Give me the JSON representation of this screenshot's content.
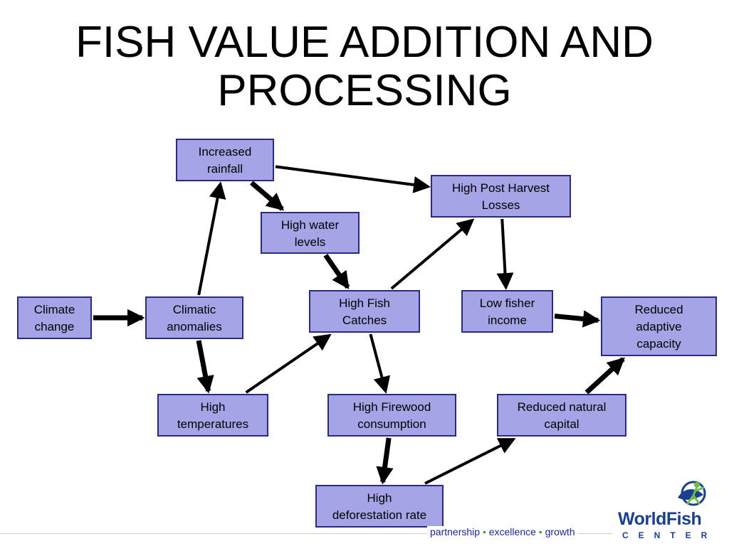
{
  "slide": {
    "title": "FISH VALUE ADDITION AND\nPROCESSING"
  },
  "diagram": {
    "nodes": {
      "increased_rainfall": "Increased\nrainfall",
      "high_post_harvest_losses": "High Post Harvest\nLosses",
      "high_water_levels": "High water\nlevels",
      "climate_change": "Climate\nchange",
      "climatic_anomalies": "Climatic\nanomalies",
      "high_fish_catches": "High Fish\nCatches",
      "low_fisher_income": "Low fisher\nincome",
      "reduced_adaptive_capacity": "Reduced\nadaptive\ncapacity",
      "high_temperatures": "High\ntemperatures",
      "high_firewood_consumption": "High Firewood\nconsumption",
      "reduced_natural_capital": "Reduced natural\ncapital",
      "high_deforestation_rate": "High\ndeforestation rate"
    },
    "edges": [
      {
        "from": "climate_change",
        "to": "climatic_anomalies",
        "weight": "thick"
      },
      {
        "from": "climatic_anomalies",
        "to": "increased_rainfall",
        "weight": "thin"
      },
      {
        "from": "climatic_anomalies",
        "to": "high_temperatures",
        "weight": "thick"
      },
      {
        "from": "increased_rainfall",
        "to": "high_water_levels",
        "weight": "thick"
      },
      {
        "from": "increased_rainfall",
        "to": "high_post_harvest_losses",
        "weight": "thin"
      },
      {
        "from": "high_water_levels",
        "to": "high_fish_catches",
        "weight": "thick"
      },
      {
        "from": "high_temperatures",
        "to": "high_fish_catches",
        "weight": "thin"
      },
      {
        "from": "high_fish_catches",
        "to": "high_post_harvest_losses",
        "weight": "thin"
      },
      {
        "from": "high_fish_catches",
        "to": "high_firewood_consumption",
        "weight": "thin"
      },
      {
        "from": "high_post_harvest_losses",
        "to": "low_fisher_income",
        "weight": "thin"
      },
      {
        "from": "low_fisher_income",
        "to": "reduced_adaptive_capacity",
        "weight": "thick"
      },
      {
        "from": "high_firewood_consumption",
        "to": "high_deforestation_rate",
        "weight": "thick"
      },
      {
        "from": "high_deforestation_rate",
        "to": "reduced_natural_capital",
        "weight": "thin"
      },
      {
        "from": "reduced_natural_capital",
        "to": "reduced_adaptive_capacity",
        "weight": "thick"
      }
    ]
  },
  "footer": {
    "tagline_1": "partnership",
    "tagline_2": "excellence",
    "tagline_3": "growth",
    "tagline_separator": "•",
    "logo_name": "WorldFish",
    "logo_subtitle": "CENTER",
    "colors": {
      "tagline": "#1a2a9a",
      "separator": "#3aa03a",
      "logo_blue": "#1a3f8f",
      "logo_green": "#6cc04a"
    }
  },
  "colors": {
    "box_fill": "#a4a4e6",
    "box_border": "#2a2a80",
    "arrow": "#000000"
  }
}
